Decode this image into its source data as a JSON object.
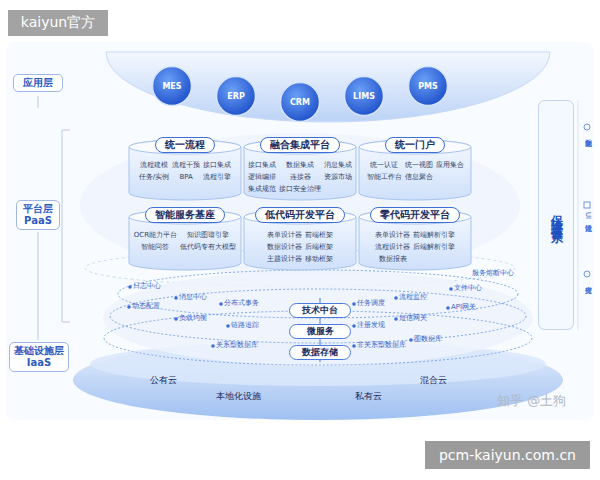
{
  "diagram": {
    "nodes": [
      {
        "text": [
          "MES"
        ]
      },
      {
        "text": [
          "ERP"
        ]
      },
      {
        "text": [
          "CRM"
        ]
      },
      {
        "text": [
          "LIMS"
        ]
      },
      {
        "text": [
          "PMS"
        ]
      },
      {
        "text": [
          "统一流程",
          "流程建模",
          "流程干预",
          "接口集成",
          "任务/实例",
          "BPA",
          "流程引擎"
        ]
      },
      {
        "text": [
          "融合集成平台",
          "接口集成",
          "数据集成",
          "消息集成",
          "逻辑编排",
          "连接器",
          "资源市场",
          "集成规范",
          "接口安全治理"
        ]
      },
      {
        "text": [
          "统一门户",
          "统一认证",
          "统一视图",
          "应用集合",
          "智能工作台",
          "信息聚合"
        ]
      },
      {
        "text": [
          "智能服务基座",
          "OCR能力平台",
          "知识图谱引擎",
          "智能问答",
          "低代码专有大模型"
        ]
      },
      {
        "text": [
          "低代码开发平台",
          "表单设计器",
          "前端框架",
          "数据设计器",
          "后端框架",
          "主题设计器",
          "移动框架"
        ]
      },
      {
        "text": [
          "零代码开发平台",
          "表单设计器",
          "前端解析引擎",
          "流程设计器",
          "后端解析引擎",
          "数据报表"
        ]
      },
      {
        "text": [
          "技术中台"
        ]
      },
      {
        "text": [
          "微服务"
        ]
      },
      {
        "text": [
          "数据存储"
        ]
      },
      {
        "text": [
          "保障支撑体系"
        ]
      }
    ],
    "labels": [
      "kaiyun官方",
      "应用层",
      "平台层 PaaS",
      "基础设施层 IaaS",
      "日志中心",
      "消息中心",
      "分布式事务",
      "任务调度",
      "流程监控",
      "文件中心",
      "服务熔断中心",
      "动态配置",
      "负载均衡",
      "链路追踪",
      "注册发现",
      "短信网关",
      "API网关",
      "关系型数据库",
      "非关系型数据库",
      "图数据库",
      "公有云",
      "本地化设施",
      "私有云",
      "混合云",
      "定制化服务",
      "UI设计规范",
      "交付支撑",
      "知乎 @土狗",
      "pcm-kaiyun.com.cn"
    ]
  }
}
